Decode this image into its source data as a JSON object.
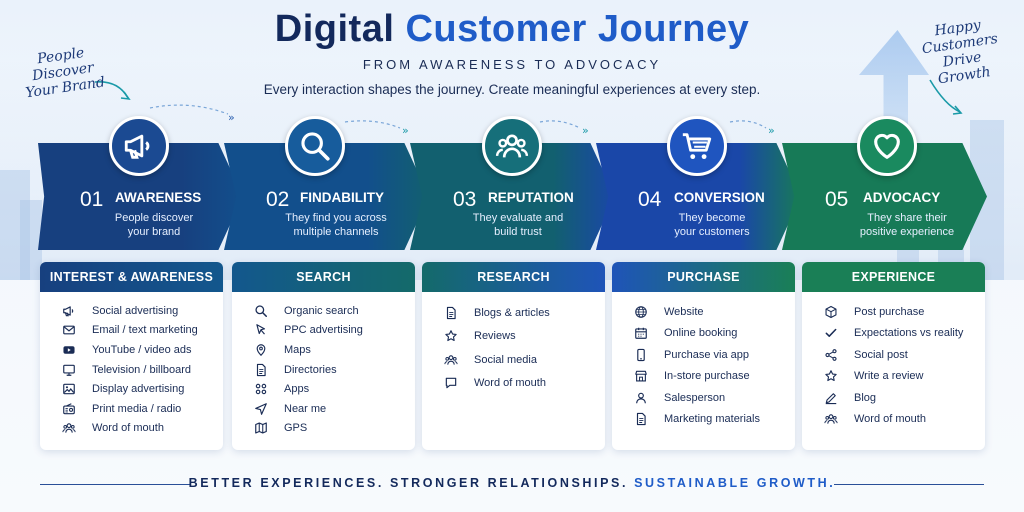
{
  "title": {
    "part1": "Digital",
    "part2": "Customer Journey"
  },
  "subtitle": "FROM AWARENESS TO ADVOCACY",
  "tagline": "Every interaction shapes the journey. Create meaningful experiences at every step.",
  "side_notes": {
    "left": "People Discover Your Brand",
    "right": "Happy Customers Drive Growth"
  },
  "steps": [
    {
      "number": "01",
      "name": "AWARENESS",
      "desc1": "People discover",
      "desc2": "your brand",
      "icon": "megaphone-icon",
      "color": "#17407f"
    },
    {
      "number": "02",
      "name": "FINDABILITY",
      "desc1": "They find you across",
      "desc2": "multiple channels",
      "icon": "search-icon",
      "color": "#124f8c"
    },
    {
      "number": "03",
      "name": "REPUTATION",
      "desc1": "They evaluate and",
      "desc2": "build trust",
      "icon": "people-icon",
      "color": "#12606f"
    },
    {
      "number": "04",
      "name": "CONVERSION",
      "desc1": "They become",
      "desc2": "your customers",
      "icon": "cart-icon",
      "color": "#1a47a8"
    },
    {
      "number": "05",
      "name": "ADVOCACY",
      "desc1": "They share their",
      "desc2": "positive experience",
      "icon": "heart-icon",
      "color": "#177a57"
    }
  ],
  "cards": [
    {
      "header": "INTEREST & AWARENESS",
      "items": [
        {
          "label": "Social advertising",
          "icon": "megaphone-icon"
        },
        {
          "label": "Email / text marketing",
          "icon": "mail-icon"
        },
        {
          "label": "YouTube / video ads",
          "icon": "youtube-icon"
        },
        {
          "label": "Television / billboard",
          "icon": "tv-icon"
        },
        {
          "label": "Display advertising",
          "icon": "image-icon"
        },
        {
          "label": "Print media / radio",
          "icon": "radio-icon"
        },
        {
          "label": "Word of mouth",
          "icon": "people-icon"
        }
      ]
    },
    {
      "header": "SEARCH",
      "items": [
        {
          "label": "Organic search",
          "icon": "search-icon"
        },
        {
          "label": "PPC advertising",
          "icon": "cursor-icon"
        },
        {
          "label": "Maps",
          "icon": "map-pin-icon"
        },
        {
          "label": "Directories",
          "icon": "document-icon"
        },
        {
          "label": "Apps",
          "icon": "apps-icon"
        },
        {
          "label": "Near me",
          "icon": "navigation-icon"
        },
        {
          "label": "GPS",
          "icon": "map-icon"
        }
      ]
    },
    {
      "header": "RESEARCH",
      "items": [
        {
          "label": "Blogs & articles",
          "icon": "document-icon"
        },
        {
          "label": "Reviews",
          "icon": "star-icon"
        },
        {
          "label": "Social media",
          "icon": "people-icon"
        },
        {
          "label": "Word of mouth",
          "icon": "chat-icon"
        }
      ]
    },
    {
      "header": "PURCHASE",
      "items": [
        {
          "label": "Website",
          "icon": "globe-icon"
        },
        {
          "label": "Online booking",
          "icon": "calendar-icon"
        },
        {
          "label": "Purchase via app",
          "icon": "phone-icon"
        },
        {
          "label": "In-store purchase",
          "icon": "store-icon"
        },
        {
          "label": "Salesperson",
          "icon": "person-icon"
        },
        {
          "label": "Marketing materials",
          "icon": "document-icon"
        }
      ]
    },
    {
      "header": "EXPERIENCE",
      "items": [
        {
          "label": "Post purchase",
          "icon": "box-icon"
        },
        {
          "label": "Expectations vs reality",
          "icon": "check-icon"
        },
        {
          "label": "Social post",
          "icon": "share-icon"
        },
        {
          "label": "Write a review",
          "icon": "star-icon"
        },
        {
          "label": "Blog",
          "icon": "edit-icon"
        },
        {
          "label": "Word of mouth",
          "icon": "people-icon"
        }
      ]
    }
  ],
  "card_colors": [
    "#17407f",
    "#13578d",
    "#146a6a",
    "#1f54b8",
    "#1a7f56"
  ],
  "footer": {
    "part1": "BETTER EXPERIENCES. STRONGER RELATIONSHIPS.",
    "part2": "SUSTAINABLE GROWTH."
  }
}
